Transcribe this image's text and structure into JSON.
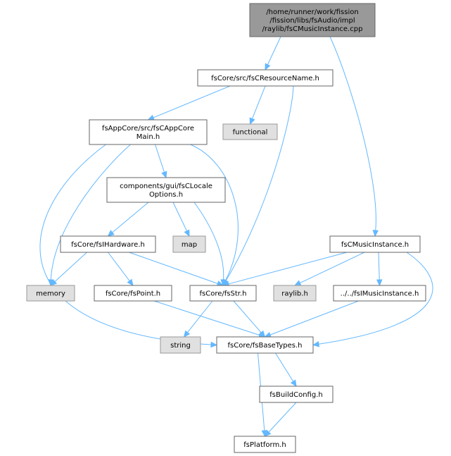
{
  "colors": {
    "edge": "#63b8ff",
    "root_fill": "#999999",
    "root_stroke": "#666666",
    "project_fill": "#ffffff",
    "project_stroke": "#666666",
    "system_fill": "#e0e0e0",
    "system_stroke": "#999999"
  },
  "nodes": [
    {
      "id": "root",
      "lines": [
        "/home/runner/work/fission",
        "/fission/libs/fsAudio/impl",
        "/raylib/fsCMusicInstance.cpp"
      ],
      "kind": "root"
    },
    {
      "id": "resname",
      "lines": [
        "fsCore/src/fsCResourceName.h"
      ],
      "kind": "project"
    },
    {
      "id": "appcore",
      "lines": [
        "fsAppCore/src/fsCAppCore",
        "Main.h"
      ],
      "kind": "project"
    },
    {
      "id": "functional",
      "lines": [
        "functional"
      ],
      "kind": "system"
    },
    {
      "id": "locale",
      "lines": [
        "components/gui/fsCLocale",
        "Options.h"
      ],
      "kind": "project"
    },
    {
      "id": "musicinst",
      "lines": [
        "fsCMusicInstance.h"
      ],
      "kind": "project"
    },
    {
      "id": "ihardware",
      "lines": [
        "fsCore/fsIHardware.h"
      ],
      "kind": "project"
    },
    {
      "id": "map",
      "lines": [
        "map"
      ],
      "kind": "system"
    },
    {
      "id": "memory",
      "lines": [
        "memory"
      ],
      "kind": "system"
    },
    {
      "id": "point",
      "lines": [
        "fsCore/fsPoint.h"
      ],
      "kind": "project"
    },
    {
      "id": "str",
      "lines": [
        "fsCore/fsStr.h"
      ],
      "kind": "project"
    },
    {
      "id": "raylib",
      "lines": [
        "raylib.h"
      ],
      "kind": "system"
    },
    {
      "id": "imusic",
      "lines": [
        "../../fsIMusicInstance.h"
      ],
      "kind": "project"
    },
    {
      "id": "string",
      "lines": [
        "string"
      ],
      "kind": "system"
    },
    {
      "id": "basetypes",
      "lines": [
        "fsCore/fsBaseTypes.h"
      ],
      "kind": "project"
    },
    {
      "id": "buildconfig",
      "lines": [
        "fsBuildConfig.h"
      ],
      "kind": "project"
    },
    {
      "id": "platform",
      "lines": [
        "fsPlatform.h"
      ],
      "kind": "project"
    }
  ],
  "edges": [
    [
      "root",
      "resname"
    ],
    [
      "root",
      "musicinst"
    ],
    [
      "resname",
      "appcore"
    ],
    [
      "resname",
      "functional"
    ],
    [
      "resname",
      "str"
    ],
    [
      "appcore",
      "locale"
    ],
    [
      "appcore",
      "memory"
    ],
    [
      "appcore",
      "str"
    ],
    [
      "appcore",
      "basetypes"
    ],
    [
      "locale",
      "ihardware"
    ],
    [
      "locale",
      "map"
    ],
    [
      "locale",
      "str"
    ],
    [
      "ihardware",
      "memory"
    ],
    [
      "ihardware",
      "point"
    ],
    [
      "ihardware",
      "str"
    ],
    [
      "point",
      "basetypes"
    ],
    [
      "str",
      "string"
    ],
    [
      "str",
      "basetypes"
    ],
    [
      "musicinst",
      "str"
    ],
    [
      "musicinst",
      "raylib"
    ],
    [
      "musicinst",
      "imusic"
    ],
    [
      "musicinst",
      "basetypes"
    ],
    [
      "imusic",
      "basetypes"
    ],
    [
      "basetypes",
      "buildconfig"
    ],
    [
      "basetypes",
      "platform"
    ],
    [
      "buildconfig",
      "platform"
    ]
  ]
}
